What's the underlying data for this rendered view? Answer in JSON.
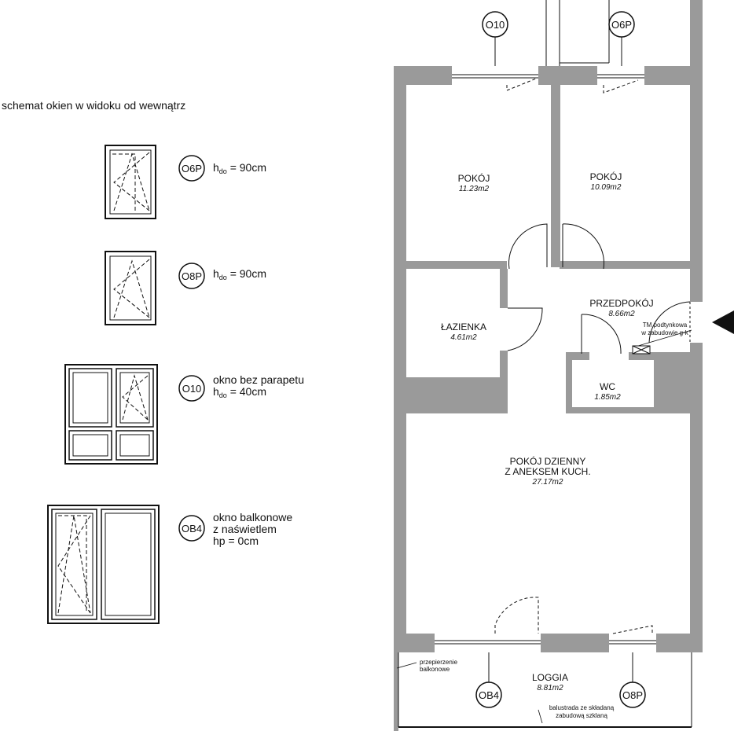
{
  "legend": {
    "title": "schemat okien w widoku od wewnątrz",
    "items": [
      {
        "tag": "O6P",
        "line1": "h",
        "sub": "do",
        "line1_rest": " = 90cm"
      },
      {
        "tag": "O8P",
        "line1": "h",
        "sub": "do",
        "line1_rest": " = 90cm"
      },
      {
        "tag": "O10",
        "desc": "okno bez parapetu",
        "line1": "h",
        "sub": "do",
        "line1_rest": " = 40cm"
      },
      {
        "tag": "OB4",
        "desc1": "okno balkonowe",
        "desc2": "z naświetlem",
        "desc3": "hp = 0cm"
      }
    ]
  },
  "plan": {
    "tags": {
      "top_left": "O10",
      "top_right": "O6P",
      "bottom_left": "OB4",
      "bottom_right": "O8P"
    },
    "rooms": {
      "pokoj1": {
        "name": "POKÓJ",
        "area": "11.23m2"
      },
      "pokoj2": {
        "name": "POKÓJ",
        "area": "10.09m2"
      },
      "lazienka": {
        "name": "ŁAZIENKA",
        "area": "4.61m2"
      },
      "przedpokoj": {
        "name": "PRZEDPOKÓJ",
        "area": "8.66m2"
      },
      "wc": {
        "name": "WC",
        "area": "1.85m2"
      },
      "dzienny": {
        "line1": "POKÓJ DZIENNY",
        "line2": "Z ANEKSEM KUCH.",
        "area": "27.17m2"
      },
      "loggia": {
        "name": "LOGGIA",
        "area": "8.81m2"
      }
    },
    "notes": {
      "tm1": "TM podtynkowa",
      "tm2": "w zabudowie g-k",
      "przep1": "przepierzenie",
      "przep2": "balkonowe",
      "bal1": "balustrada ze składaną",
      "bal2": "zabudową szklaną"
    }
  }
}
